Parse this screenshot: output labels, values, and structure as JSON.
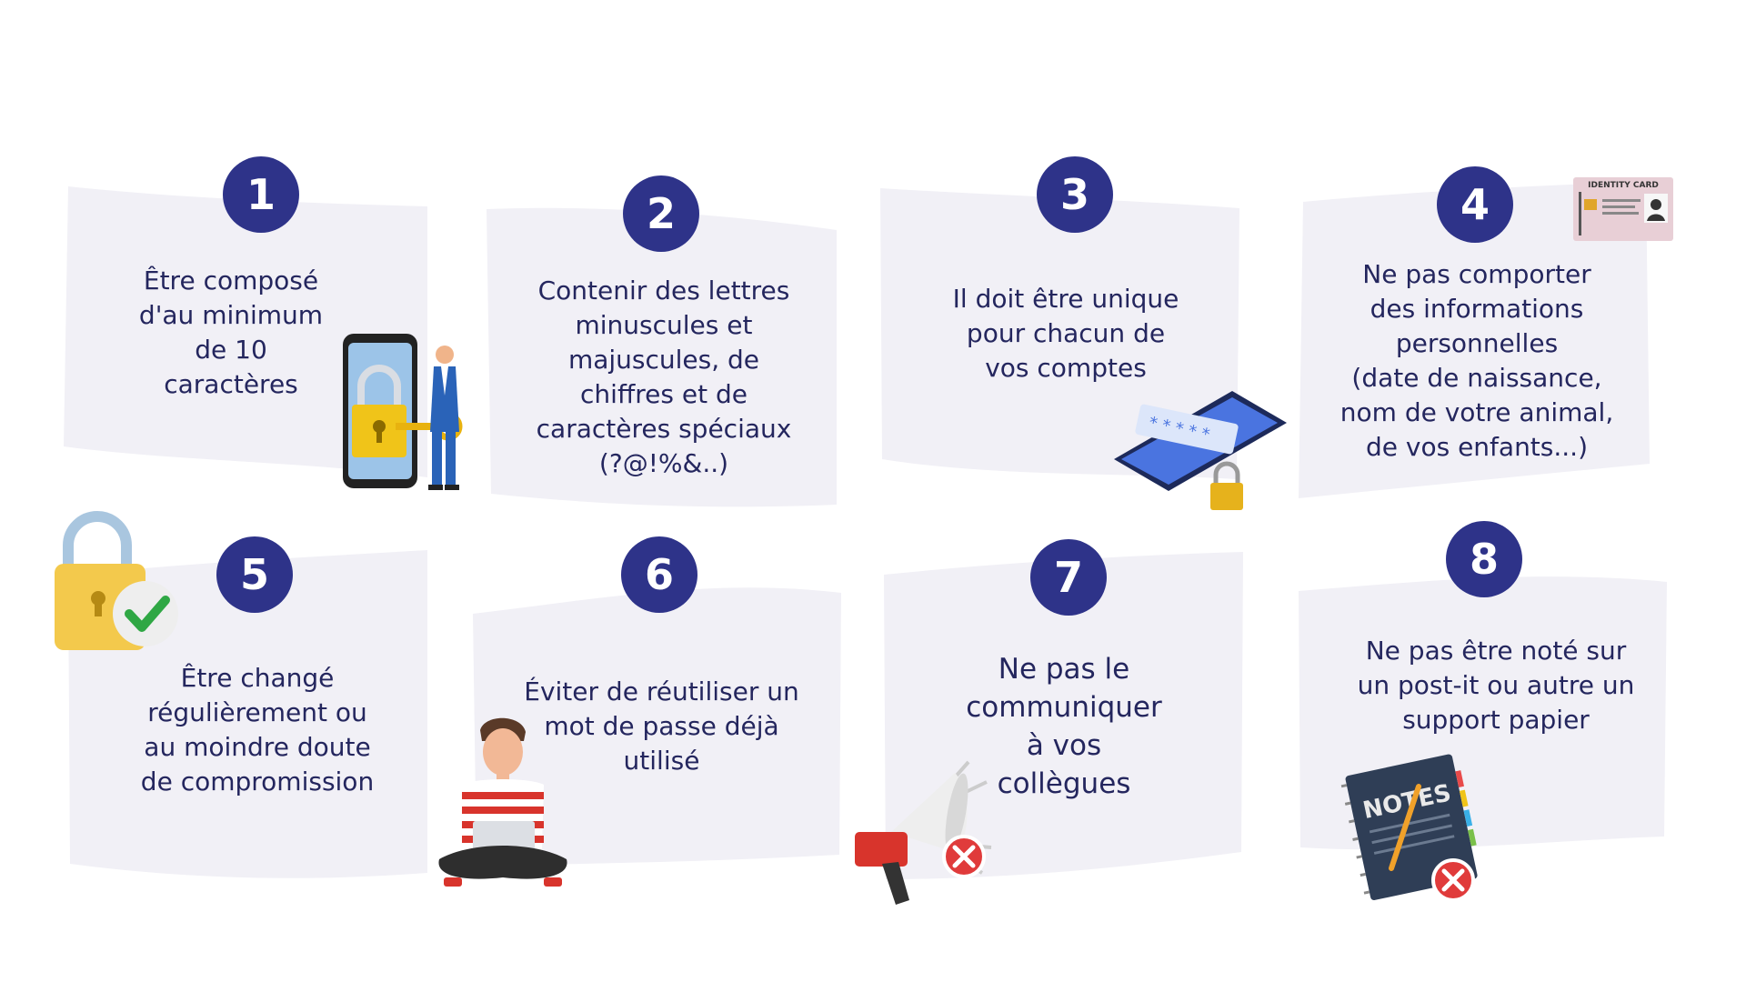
{
  "colors": {
    "badge": "#2e3389",
    "text": "#24265e",
    "card": "#f1f0f6"
  },
  "items": [
    {
      "number": "1",
      "lines": [
        "Être composé",
        "d'au minimum",
        "de 10",
        "caractères"
      ],
      "illustration": "phone-padlock-key-man-icon"
    },
    {
      "number": "2",
      "lines": [
        "Contenir des lettres",
        "minuscules et",
        "majuscules, de",
        "chiffres et de",
        "caractères spéciaux",
        "(?@!%&..)"
      ]
    },
    {
      "number": "3",
      "lines": [
        "Il doit être unique",
        "pour chacun de",
        "vos comptes"
      ],
      "illustration": "phone-password-lock-icon"
    },
    {
      "number": "4",
      "lines": [
        "Ne pas comporter",
        "des informations",
        "personnelles",
        "(date de naissance,",
        "nom de votre animal,",
        "de vos enfants...)"
      ],
      "illustration": "identity-card-icon",
      "card_label": "IDENTITY CARD"
    },
    {
      "number": "5",
      "lines": [
        "Être changé",
        "régulièrement ou",
        "au moindre doute",
        "de compromission"
      ],
      "illustration": "padlock-check-icon"
    },
    {
      "number": "6",
      "lines": [
        "Éviter de réutiliser un",
        "mot de passe déjà",
        "utilisé"
      ],
      "illustration": "person-laptop-icon"
    },
    {
      "number": "7",
      "lines": [
        "Ne pas le",
        "communiquer",
        "à vos",
        "collègues"
      ],
      "illustration": "megaphone-cross-icon"
    },
    {
      "number": "8",
      "lines": [
        "Ne pas être noté sur",
        "un post-it ou autre un",
        "support papier"
      ],
      "illustration": "notebook-cross-icon",
      "notebook_label": "NOTES"
    }
  ]
}
